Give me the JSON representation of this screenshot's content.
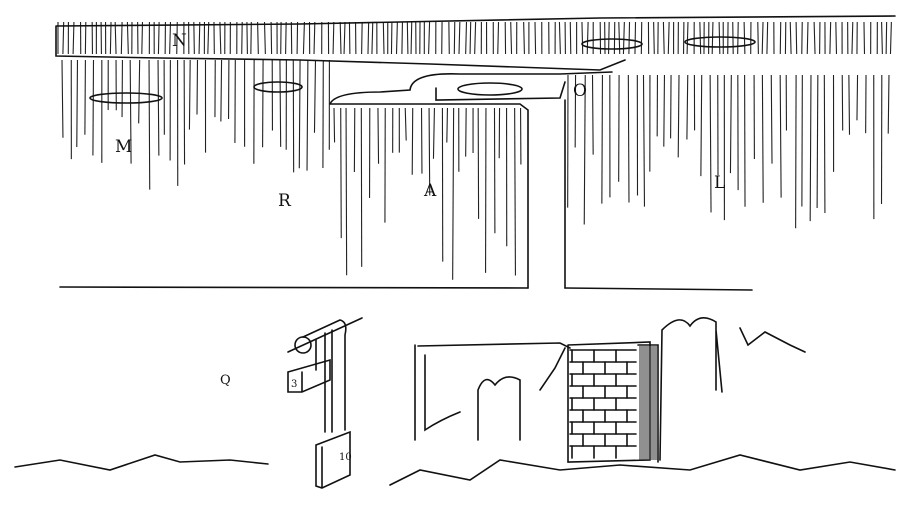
{
  "labels": {
    "N": "N",
    "M": "M",
    "R": "R",
    "A": "A",
    "O": "O",
    "L": "L",
    "Q": "Q",
    "weight_small": "3",
    "weight_large": "10"
  },
  "colors": {
    "ink": "#111111",
    "paper": "#ffffff"
  }
}
